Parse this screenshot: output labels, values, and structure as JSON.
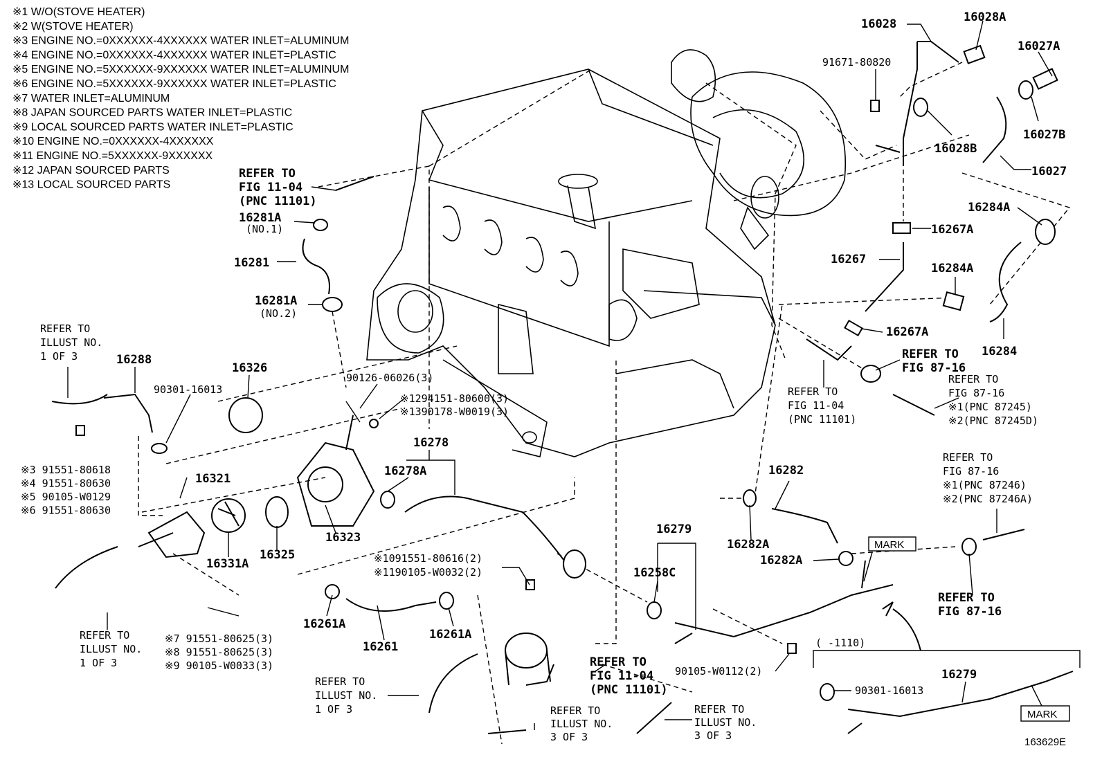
{
  "notes": [
    "※1  W/O(STOVE HEATER)",
    "※2  W(STOVE HEATER)",
    "※3  ENGINE NO.=0XXXXXX-4XXXXXX WATER INLET=ALUMINUM",
    "※4  ENGINE NO.=0XXXXXX-4XXXXXX WATER INLET=PLASTIC",
    "※5  ENGINE NO.=5XXXXXX-9XXXXXX WATER INLET=ALUMINUM",
    "※6  ENGINE NO.=5XXXXXX-9XXXXXX WATER INLET=PLASTIC",
    "※7  WATER INLET=ALUMINUM",
    "※8  JAPAN SOURCED PARTS WATER INLET=PLASTIC",
    "※9  LOCAL SOURCED PARTS WATER INLET=PLASTIC",
    "※10  ENGINE NO.=0XXXXXX-4XXXXXX",
    "※11  ENGINE NO.=5XXXXXX-9XXXXXX",
    "※12 JAPAN SOURCED PARTS",
    "※13 LOCAL SOURCED PARTS"
  ],
  "labels": {
    "p16028": "16028",
    "p16028A": "16028A",
    "p16027A": "16027A",
    "p91671": "91671-80820",
    "p16027B": "16027B",
    "p16028B": "16028B",
    "p16027": "16027",
    "p16284A_1": "16284A",
    "p16267A_1": "16267A",
    "p16267": "16267",
    "p16284A_2": "16284A",
    "p16267A_2": "16267A",
    "p16284": "16284",
    "p16281A_1": "16281A",
    "p16281A_1sub": "(NO.1)",
    "p16281": "16281",
    "p16281A_2": "16281A",
    "p16281A_2sub": "(NO.2)",
    "p16288": "16288",
    "p90301a": "90301-16013",
    "p16326": "16326",
    "p90126": "90126-06026(3)",
    "p94151": "※1294151-80600(3)",
    "p90178": "※1390178-W0019(3)",
    "p16278": "16278",
    "p16278A": "16278A",
    "p16321": "16321",
    "p16331A": "16331A",
    "p16325": "16325",
    "p16323": "16323",
    "p91551_80616": "※1091551-80616(2)",
    "p90105_W0032": "※1190105-W0032(2)",
    "p16261A_1": "16261A",
    "p16261": "16261",
    "p16261A_2": "16261A",
    "p16282": "16282",
    "p16282A_1": "16282A",
    "p16282A_2": "16282A",
    "p16279": "16279",
    "p16258C": "16258C",
    "p90105_W0112": "90105-W0112(2)",
    "p16279b": "16279",
    "p90301b": "90301-16013",
    "mark1": "MARK",
    "mark2": "MARK",
    "range": "(     -1110)",
    "figid": "163629E"
  },
  "bolt_list_left": [
    "※3   91551-80618",
    "※4   91551-80630",
    "※5   90105-W0129",
    "※6   91551-80630"
  ],
  "bolt_list_bottom": [
    "※7   91551-80625(3)",
    "※8   91551-80625(3)",
    "※9   90105-W0033(3)"
  ],
  "refs": {
    "r1": [
      "REFER TO",
      "FIG 11-04",
      "(PNC 11101)"
    ],
    "r2": [
      "REFER TO",
      "ILLUST NO.",
      "1 OF 3"
    ],
    "r3": [
      "REFER TO",
      "FIG 87-16"
    ],
    "r4": [
      "REFER TO",
      "FIG 11-04",
      "(PNC 11101)"
    ],
    "r5": [
      "REFER TO",
      "FIG 87-16",
      "※1(PNC 87245)",
      "※2(PNC 87245D)"
    ],
    "r6": [
      "REFER TO",
      "FIG 87-16",
      "※1(PNC 87246)",
      "※2(PNC 87246A)"
    ],
    "r7": [
      "REFER TO",
      "FIG 87-16"
    ],
    "r8": [
      "REFER TO",
      "ILLUST NO.",
      "1 OF 3"
    ],
    "r9": [
      "REFER TO",
      "FIG 11-04",
      "(PNC 11101)"
    ],
    "r10": [
      "REFER TO",
      "ILLUST NO.",
      "1 OF 3"
    ],
    "r11": [
      "REFER TO",
      "ILLUST NO.",
      "3 OF 3"
    ],
    "r12": [
      "REFER TO",
      "ILLUST NO.",
      "3 OF 3"
    ]
  }
}
